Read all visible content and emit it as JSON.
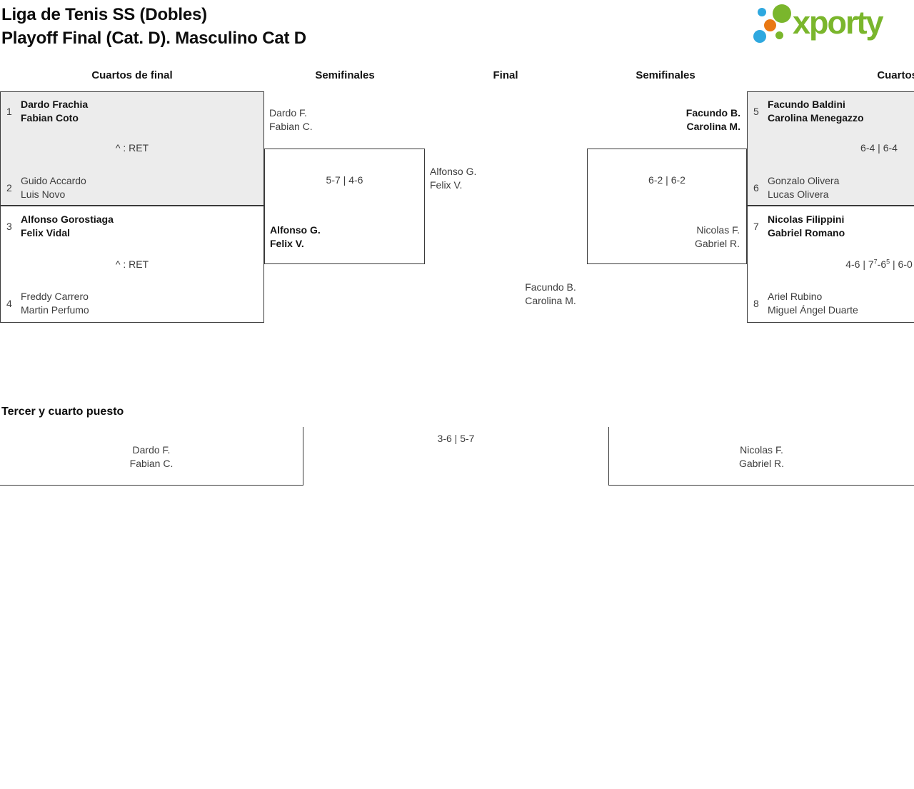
{
  "header": {
    "title_line1": "Liga de Tenis SS (Dobles)",
    "title_line2": "Playoff Final (Cat. D). Masculino Cat D",
    "logo_text": "xporty"
  },
  "round_headers": {
    "qf_left": "Cuartos de final",
    "sf_left": "Semifinales",
    "final": "Final",
    "sf_right": "Semifinales",
    "qf_right": "Cuartos de final"
  },
  "bracket": {
    "qf_left_top": {
      "seed_a": "1",
      "team_a1": "Dardo Frachia",
      "team_a2": "Fabian Coto",
      "score": "^ : RET",
      "seed_b": "2",
      "team_b1": "Guido Accardo",
      "team_b2": "Luis Novo"
    },
    "qf_left_bottom": {
      "seed_a": "3",
      "team_a1": "Alfonso Gorostiaga",
      "team_a2": "Felix Vidal",
      "score": "^ : RET",
      "seed_b": "4",
      "team_b1": "Freddy Carrero",
      "team_b2": "Martin Perfumo"
    },
    "sf_left": {
      "team_a1": "Dardo F.",
      "team_a2": "Fabian C.",
      "score": "5-7 | 4-6",
      "team_b1": "Alfonso G.",
      "team_b2": "Felix V."
    },
    "final": {
      "team_a1": "Alfonso G.",
      "team_a2": "Felix V.",
      "team_b1": "Facundo B.",
      "team_b2": "Carolina M."
    },
    "sf_right": {
      "team_a1": "Facundo B.",
      "team_a2": "Carolina M.",
      "score": "6-2 | 6-2",
      "team_b1": "Nicolas F.",
      "team_b2": "Gabriel R."
    },
    "qf_right_top": {
      "seed_a": "5",
      "team_a1": "Facundo Baldini",
      "team_a2": "Carolina Menegazzo",
      "score": "6-4 | 6-4",
      "seed_b": "6",
      "team_b1": "Gonzalo Olivera",
      "team_b2": "Lucas Olivera"
    },
    "qf_right_bottom": {
      "seed_a": "7",
      "team_a1": "Nicolas Filippini",
      "team_a2": "Gabriel Romano",
      "score_p1": "4-6 | 7",
      "score_sup1": "7",
      "score_p2": "-6",
      "score_sup2": "5",
      "score_p3": " | 6-0",
      "seed_b": "8",
      "team_b1": "Ariel Rubino",
      "team_b2": "Miguel Ángel Duarte"
    }
  },
  "third_place": {
    "heading": "Tercer y cuarto puesto",
    "team_a1": "Dardo F.",
    "team_a2": "Fabian C.",
    "score": "3-6 | 5-7",
    "team_b1": "Nicolas F.",
    "team_b2": "Gabriel R."
  },
  "colors": {
    "logo_green": "#7ab62c",
    "logo_blue": "#2fa8df",
    "logo_orange": "#e97812",
    "box_border": "#3a3a3a",
    "box_gray_bg": "#ececec",
    "winner_text": "#141414",
    "regular_text": "#3d3d3d"
  }
}
